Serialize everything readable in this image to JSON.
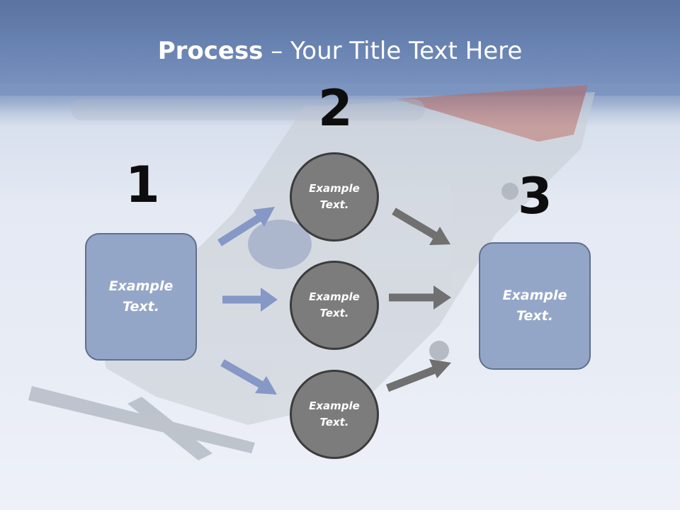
{
  "title": {
    "bold": "Process",
    "rest": " – Your Title Text Here"
  },
  "steps": {
    "one": "1",
    "two": "2",
    "three": "3"
  },
  "left_box": {
    "text": "Example\nText."
  },
  "right_box": {
    "text": "Example\nText."
  },
  "circles": [
    {
      "text": "Example\nText."
    },
    {
      "text": "Example\nText."
    },
    {
      "text": "Example\nText."
    }
  ],
  "colors": {
    "box_fill": "#94a6c8",
    "circle_fill": "#7c7c7c",
    "blue_arrow": "#8598c6",
    "gray_arrow": "#707070"
  }
}
